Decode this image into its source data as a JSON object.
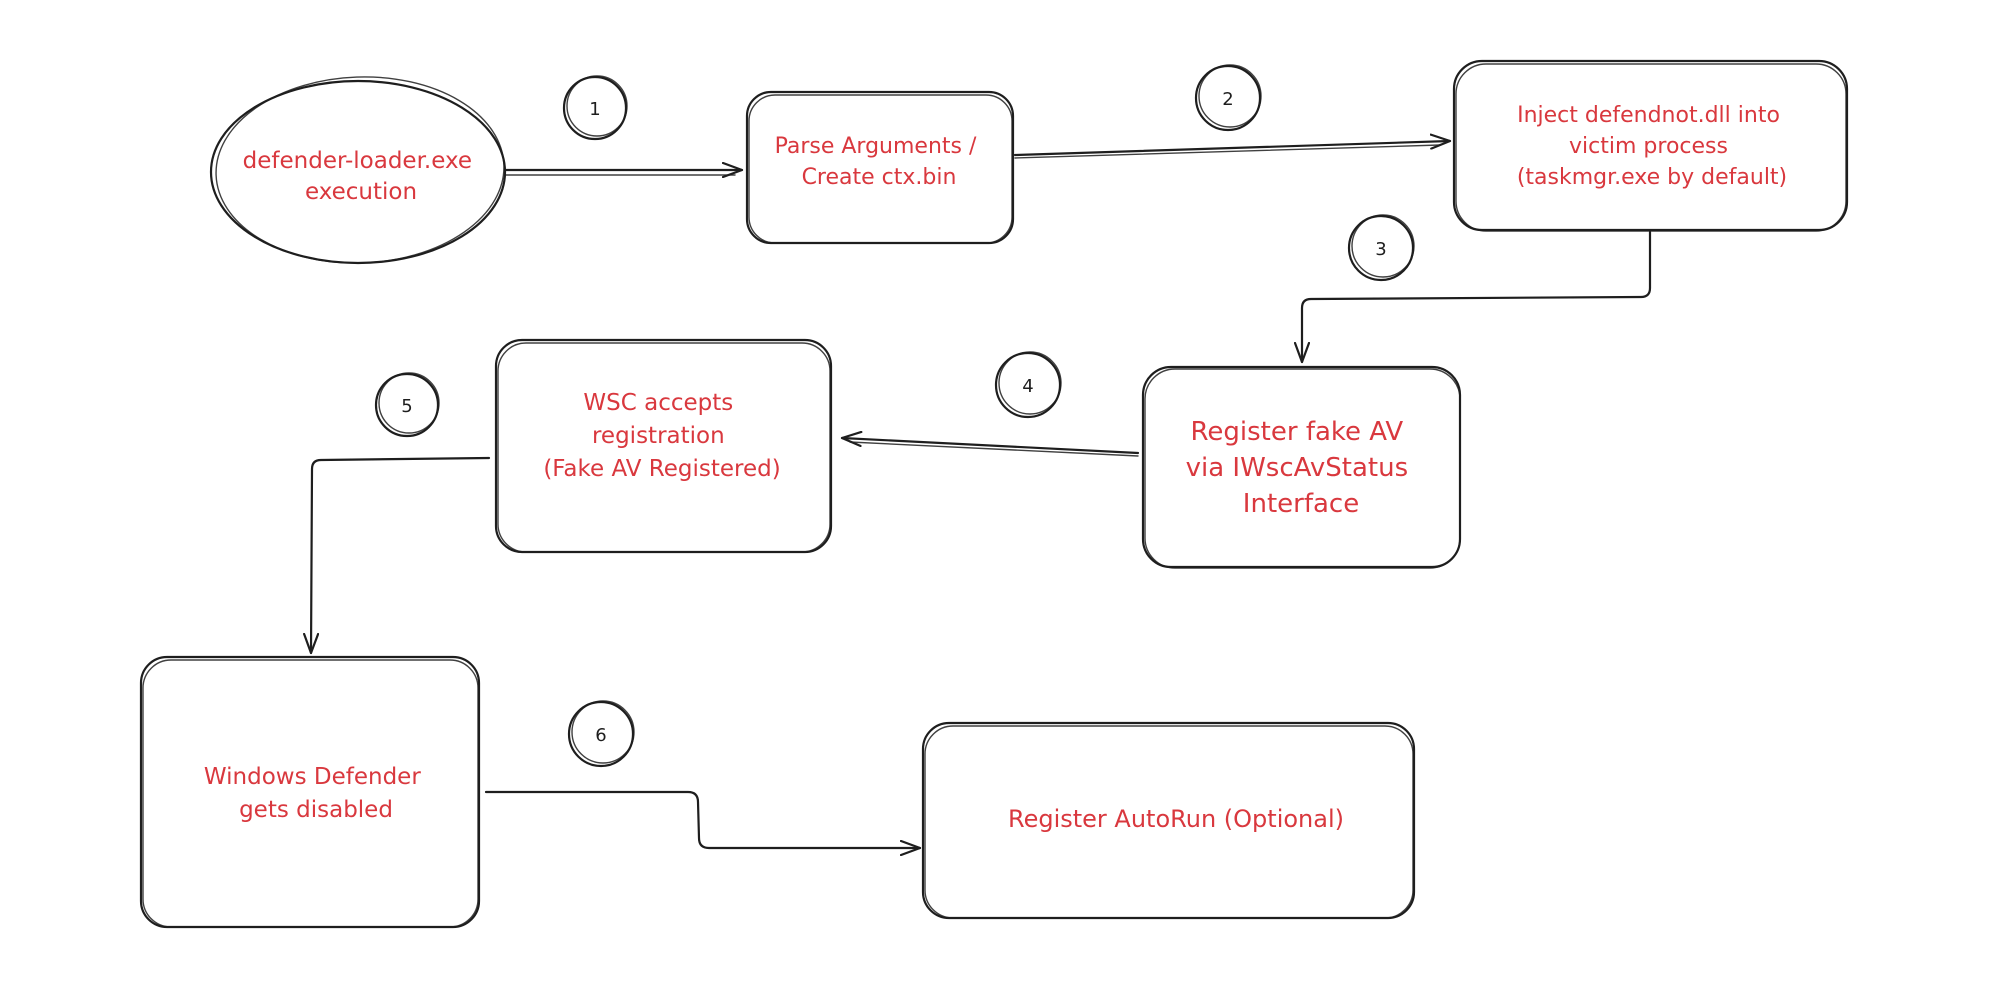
{
  "diagram": {
    "nodes": [
      {
        "id": "start",
        "lines": [
          "defender-loader.exe",
          "execution"
        ]
      },
      {
        "id": "parse",
        "lines": [
          "Parse Arguments /",
          "Create ctx.bin"
        ]
      },
      {
        "id": "inject",
        "lines": [
          "Inject defendnot.dll into",
          "victim process",
          "(taskmgr.exe by default)"
        ]
      },
      {
        "id": "register",
        "lines": [
          "Register fake AV",
          "via IWscAvStatus",
          "Interface"
        ]
      },
      {
        "id": "wsc",
        "lines": [
          "WSC accepts",
          "registration",
          "(Fake AV Registered)"
        ]
      },
      {
        "id": "defender",
        "lines": [
          "Windows Defender",
          "gets disabled"
        ]
      },
      {
        "id": "autorun",
        "lines": [
          "Register AutoRun (Optional)"
        ]
      }
    ],
    "steps": [
      "1",
      "2",
      "3",
      "4",
      "5",
      "6"
    ]
  },
  "colors": {
    "text": "#d9383e",
    "stroke": "#1e1e1e",
    "background": "#ffffff"
  }
}
